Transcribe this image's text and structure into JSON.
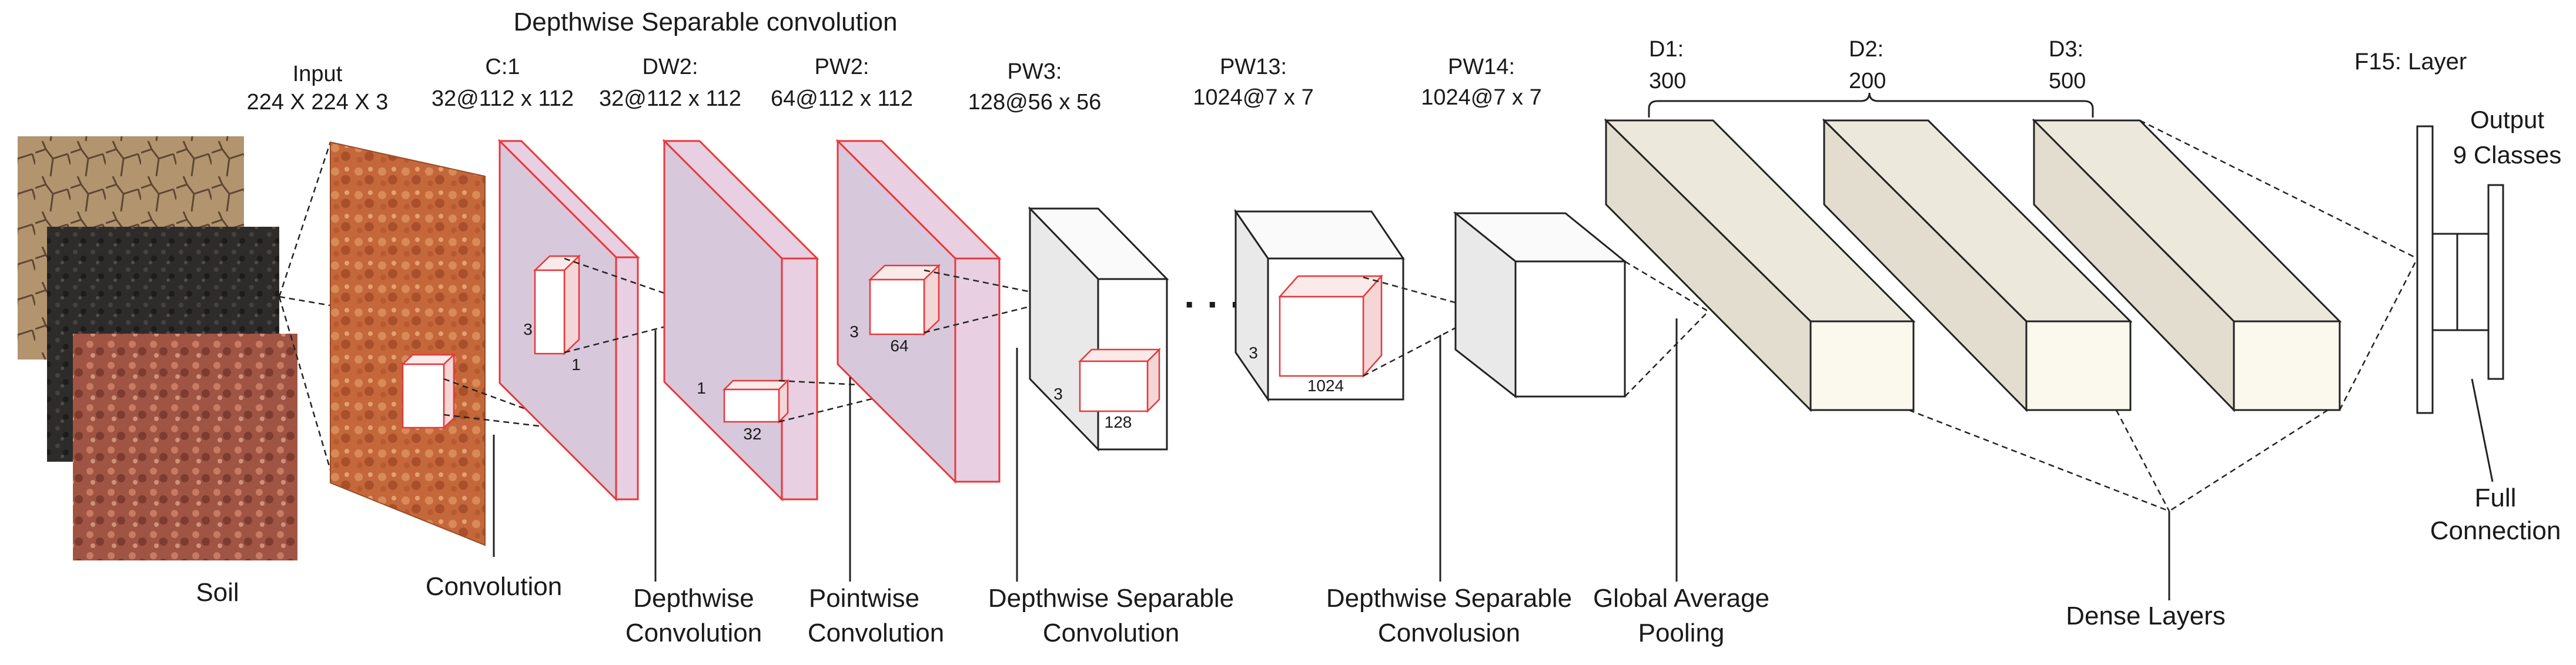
{
  "title": "Depthwise Separable convolution",
  "layers": {
    "input": {
      "name": "Input",
      "dims": "224 X 224 X 3"
    },
    "c1": {
      "name": "C:1",
      "dims": "32@112 x 112"
    },
    "dw2": {
      "name": "DW2:",
      "dims": "32@112 x 112"
    },
    "pw2": {
      "name": "PW2:",
      "dims": "64@112 x 112"
    },
    "pw3": {
      "name": "PW3:",
      "dims": "128@56 x 56"
    },
    "pw13": {
      "name": "PW13:",
      "dims": "1024@7 x 7"
    },
    "pw14": {
      "name": "PW14:",
      "dims": "1024@7 x 7"
    },
    "d1": {
      "name": "D1:",
      "dims": "300"
    },
    "d2": {
      "name": "D2:",
      "dims": "200"
    },
    "d3": {
      "name": "D3:",
      "dims": "500"
    },
    "f15": {
      "name": "F15: Layer"
    },
    "output": {
      "name": "Output",
      "dims": "9 Classes"
    }
  },
  "kernels": {
    "c1_h": "3",
    "c1_w": "1",
    "dw2_h": "1",
    "dw2_w": "32",
    "pw2_h": "3",
    "pw2_w": "64",
    "pw3_h": "3",
    "pw3_w": "128",
    "pw13_h": "3",
    "pw13_w": "1024"
  },
  "ellipsis": "· · ·",
  "captions": {
    "soil": "Soil",
    "convolution": "Convolution",
    "depthwise": [
      "Depthwise",
      "Convolution"
    ],
    "pointwise": [
      "Pointwise",
      "Convolution"
    ],
    "dsc1": [
      "Depthwise Separable",
      "Convolution"
    ],
    "dsc2": [
      "Depthwise Separable",
      "Convolusion"
    ],
    "gap": [
      "Global Average",
      "Pooling"
    ],
    "dense": "Dense Layers",
    "full": [
      "Full",
      "Connection"
    ]
  },
  "colors": {
    "conv_fill": "#d8c8dc",
    "conv_side": "#e8cfe2",
    "conv_edge": "#e8383a",
    "dense_face": "#e6e1d3",
    "dense_front": "#fbf8ee",
    "soil_cracked": "#a8896c",
    "soil_black": "#2b2a28",
    "soil_red": "#a65846",
    "input_texture": "#c2653a"
  }
}
